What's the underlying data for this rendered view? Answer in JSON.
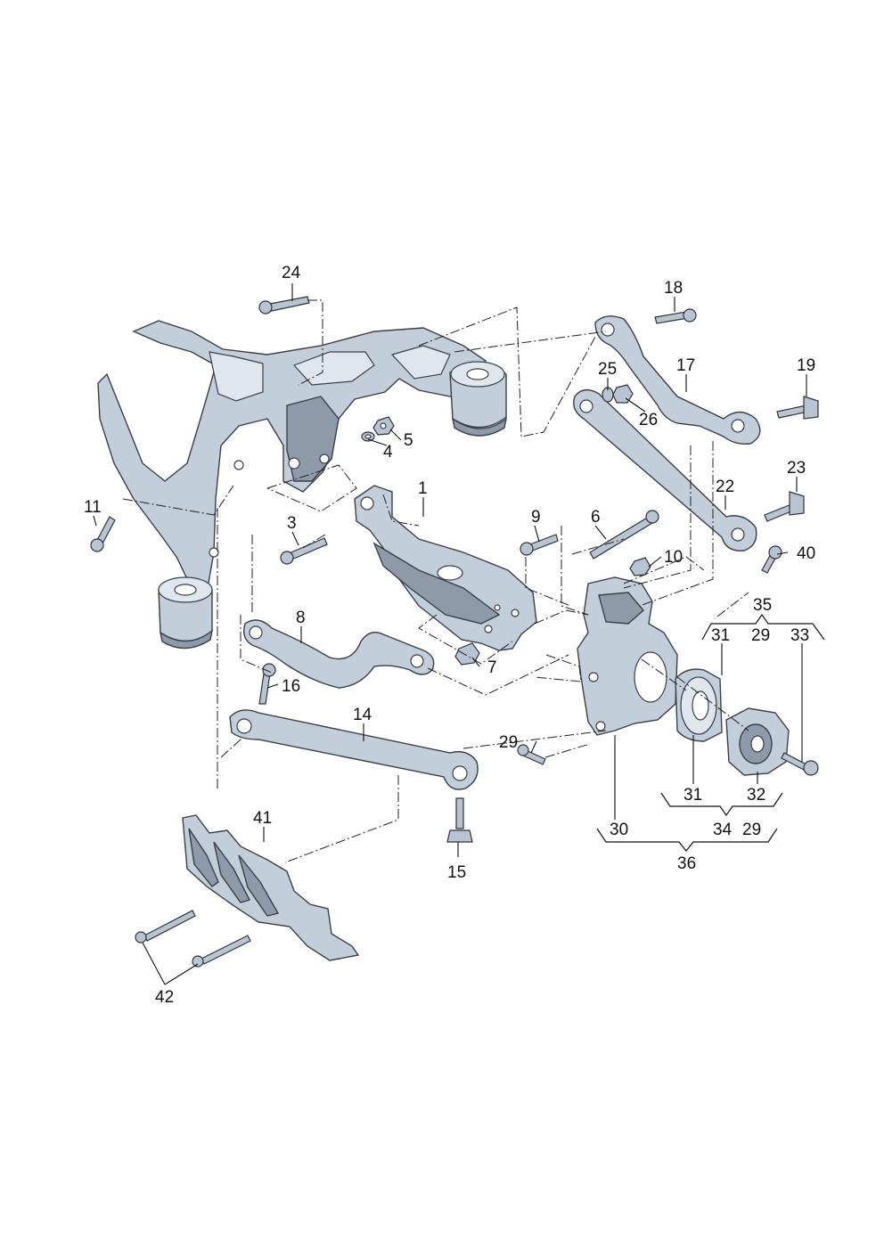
{
  "labels": {
    "l1": "1",
    "l3": "3",
    "l4": "4",
    "l5": "5",
    "l6": "6",
    "l7": "7",
    "l8": "8",
    "l9": "9",
    "l10": "10",
    "l11": "11",
    "l14": "14",
    "l15": "15",
    "l16": "16",
    "l17": "17",
    "l18": "18",
    "l19": "19",
    "l22": "22",
    "l23": "23",
    "l24": "24",
    "l25": "25",
    "l26": "26",
    "l29a": "29",
    "l29b": "29",
    "l29c": "29",
    "l30": "30",
    "l31a": "31",
    "l31b": "31",
    "l32": "32",
    "l33": "33",
    "l34": "34",
    "l35": "35",
    "l36": "36",
    "l40": "40",
    "l41": "41",
    "l42": "42"
  }
}
